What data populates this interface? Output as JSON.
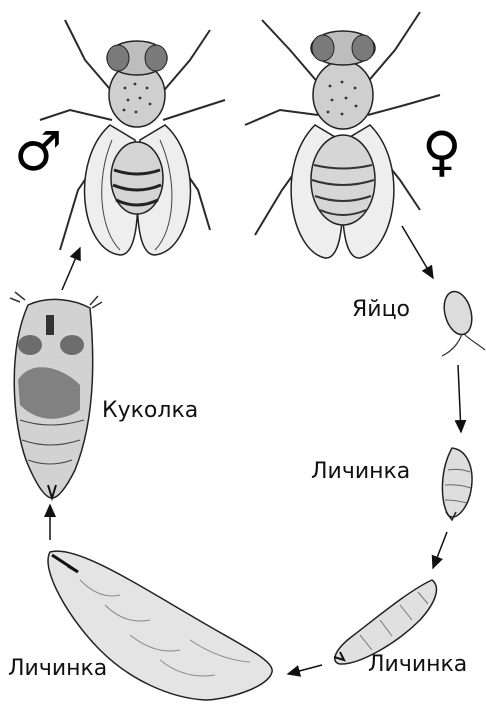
{
  "symbols": {
    "male": "♂",
    "female": "♀"
  },
  "stages": {
    "egg": "Яйцо",
    "larva_first": "Личинка",
    "larva_second": "Личинка",
    "larva_third": "Личинка",
    "pupa": "Куколка"
  },
  "colors": {
    "ink": "#1a1a1a",
    "body_fill": "#d6d6d6",
    "wing_fill": "#ececec",
    "dark_fill": "#6d6d6d"
  }
}
